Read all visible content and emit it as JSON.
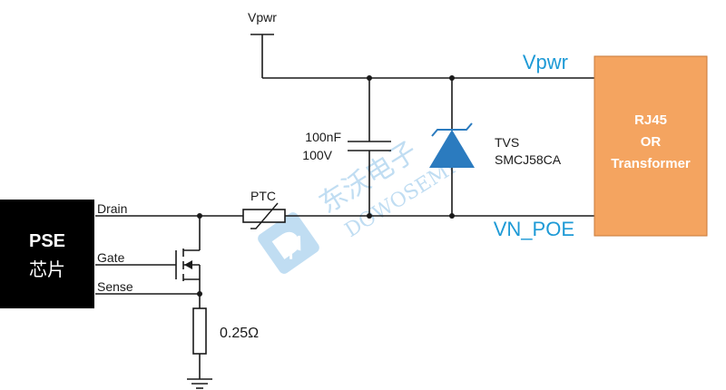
{
  "colors": {
    "wire": "#1a1a1a",
    "net_label": "#1e9ad6",
    "transformer_fill": "#f4a460",
    "transformer_stroke": "#c97a3a",
    "tvs": "#2b7bbf",
    "watermark": "#8ec2e8"
  },
  "labels": {
    "vpwr_supply": "Vpwr",
    "vpwr_net": "Vpwr",
    "vn_poe_net": "VN_POE",
    "drain": "Drain",
    "gate": "Gate",
    "sense": "Sense",
    "ptc": "PTC",
    "cap_value": "100nF",
    "cap_voltage": "100V",
    "tvs_name": "TVS",
    "tvs_part": "SMCJ58CA",
    "resistor": "0.25Ω"
  },
  "chip": {
    "line1": "PSE",
    "line2": "芯片"
  },
  "transformer": {
    "line1": "RJ45",
    "line2": "OR",
    "line3": "Transformer"
  },
  "watermark": {
    "cn": "东沃电子",
    "en": "DOWOSEMI"
  },
  "icons": [
    "ground-icon",
    "mosfet-symbol",
    "capacitor-symbol",
    "tvs-diode-symbol",
    "ptc-resistor-symbol",
    "resistor-symbol",
    "power-rail-icon",
    "dowosemi-logo"
  ]
}
